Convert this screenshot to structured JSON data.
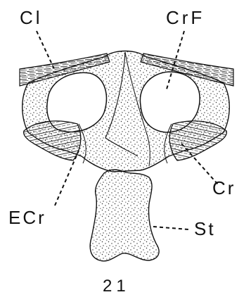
{
  "figure": {
    "number": "21",
    "labels": {
      "cl": "Cl",
      "crf": "CrF",
      "cr": "Cr",
      "ecr": "ECr",
      "st": "St"
    }
  },
  "colors": {
    "ink": "#111111",
    "paper": "#ffffff",
    "stipple": "#333333"
  }
}
